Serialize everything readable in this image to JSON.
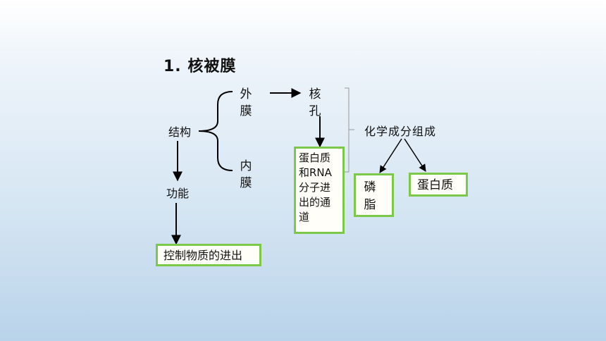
{
  "title": "1.  核被膜",
  "structure": "结构",
  "function": "功能",
  "outer_membrane": "外膜",
  "inner_membrane": "内膜",
  "nuclear_pore": "核孔",
  "chemical_composition": "化学成分组成",
  "phospholipid": "磷脂",
  "protein": "蛋白质",
  "channel_text": "蛋白质和RNA分子进出的通道",
  "control_text": "控制物质的进出"
}
